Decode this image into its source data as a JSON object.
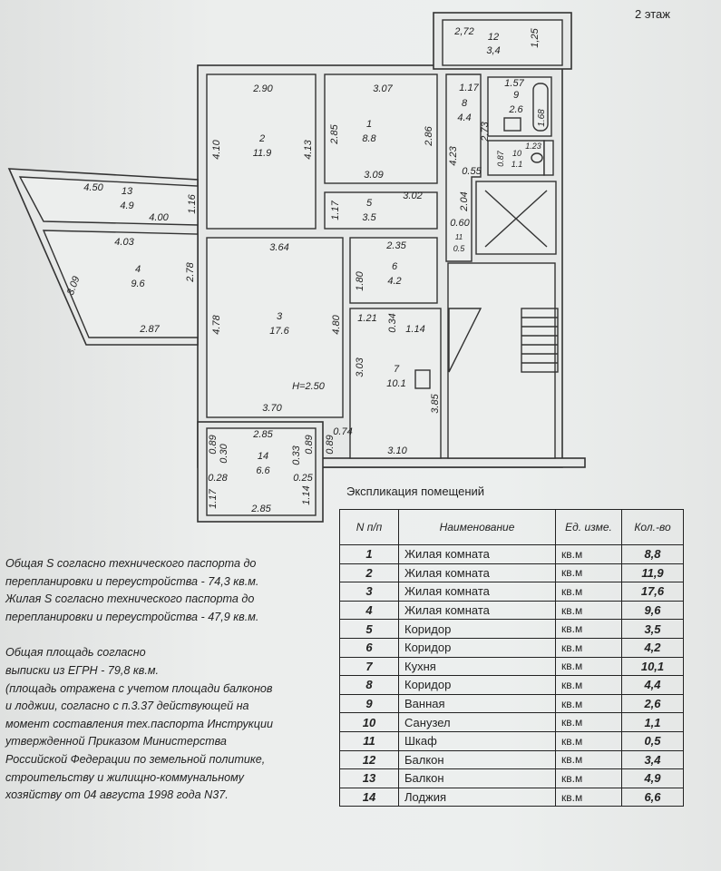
{
  "floor_label": "2 этаж",
  "plan": {
    "rooms": [
      {
        "num": "1",
        "area": "8.8"
      },
      {
        "num": "2",
        "area": "11.9"
      },
      {
        "num": "3",
        "area": "17.6"
      },
      {
        "num": "4",
        "area": "9.6"
      },
      {
        "num": "5",
        "area": "3.5"
      },
      {
        "num": "6",
        "area": "4.2"
      },
      {
        "num": "7",
        "area": "10.1"
      },
      {
        "num": "8",
        "area": "4.4"
      },
      {
        "num": "9",
        "area": "2.6"
      },
      {
        "num": "10",
        "area": "1.1"
      },
      {
        "num": "11",
        "area": "0.5"
      },
      {
        "num": "12",
        "area": "3,4"
      },
      {
        "num": "13",
        "area": "4.9"
      },
      {
        "num": "14",
        "area": "6.6"
      }
    ],
    "dims": [
      "2.90",
      "3.07",
      "4.10",
      "4.13",
      "2.85",
      "2.86",
      "3.09",
      "3.02",
      "1.17",
      "4.50",
      "4.00",
      "1.16",
      "4.03",
      "3.09",
      "2.87",
      "2.78",
      "3.64",
      "4.78",
      "4.80",
      "H=2.50",
      "3.70",
      "2.35",
      "1.80",
      "1.21",
      "0.34",
      "1.14",
      "3.03",
      "3.85",
      "3.10",
      "0.74",
      "2.85",
      "0.89",
      "0.30",
      "0.28",
      "1.17",
      "2.85",
      "0.33",
      "0.89",
      "0.89",
      "0.25",
      "1.14",
      "2,72",
      "1,25",
      "1.17",
      "1.57",
      "1.68",
      "2.73",
      "4.23",
      "0.55",
      "2.04",
      "0.60",
      "0.87",
      "1.23"
    ]
  },
  "notes": [
    "Общая S согласно технического паспорта до",
    "перепланировки  и переустройства - 74,3 кв.м.",
    "Жилая S согласно технического паспорта до",
    "перепланировки  и переустройства - 47,9 кв.м.",
    "Общая площадь согласно",
    "выписки из ЕГРН - 79,8 кв.м.",
    "(площадь отражена с учетом площади балконов",
    "и лоджии, согласно с п.3.37 действующей на",
    "момент составления тех.паспорта Инструкции",
    "утвержденной Приказом Министерства",
    "Российской Федерации по земельной политике,",
    "строительству и жилищно-коммунальному",
    "хозяйству от 04 августа 1998 года N37."
  ],
  "explication": {
    "title": "Экспликация помещений",
    "headers": {
      "n": "N п/п",
      "name": "Наименование",
      "unit": "Ед. изме.",
      "qty": "Кол.-во"
    },
    "rows": [
      {
        "n": "1",
        "name": "Жилая комната",
        "unit": "кв.м",
        "qty": "8,8"
      },
      {
        "n": "2",
        "name": "Жилая комната",
        "unit": "кв.м",
        "qty": "11,9"
      },
      {
        "n": "3",
        "name": "Жилая комната",
        "unit": "кв.м",
        "qty": "17,6"
      },
      {
        "n": "4",
        "name": "Жилая комната",
        "unit": "кв.м",
        "qty": "9,6"
      },
      {
        "n": "5",
        "name": "Коридор",
        "unit": "кв.м",
        "qty": "3,5"
      },
      {
        "n": "6",
        "name": "Коридор",
        "unit": "кв.м",
        "qty": "4,2"
      },
      {
        "n": "7",
        "name": "Кухня",
        "unit": "кв.м",
        "qty": "10,1"
      },
      {
        "n": "8",
        "name": "Коридор",
        "unit": "кв.м",
        "qty": "4,4"
      },
      {
        "n": "9",
        "name": "Ванная",
        "unit": "кв.м",
        "qty": "2,6"
      },
      {
        "n": "10",
        "name": "Санузел",
        "unit": "кв.м",
        "qty": "1,1"
      },
      {
        "n": "11",
        "name": "Шкаф",
        "unit": "кв.м",
        "qty": "0,5"
      },
      {
        "n": "12",
        "name": "Балкон",
        "unit": "кв.м",
        "qty": "3,4"
      },
      {
        "n": "13",
        "name": "Балкон",
        "unit": "кв.м",
        "qty": "4,9"
      },
      {
        "n": "14",
        "name": "Лоджия",
        "unit": "кв.м",
        "qty": "6,6"
      }
    ]
  }
}
